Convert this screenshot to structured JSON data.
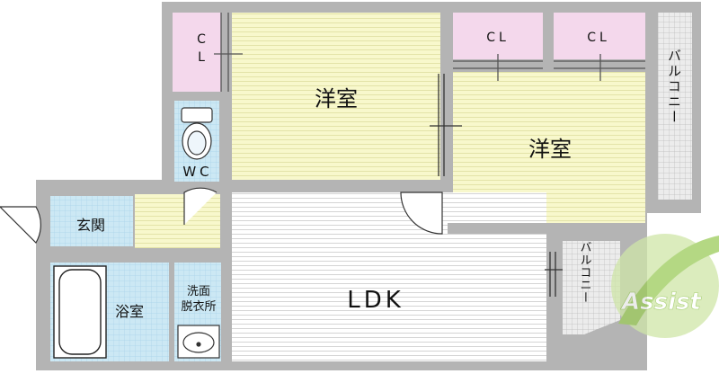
{
  "rooms": {
    "western_room_1": "洋室",
    "western_room_2": "洋室",
    "ldk": "LDK",
    "wc": "WC",
    "entrance": "玄関",
    "bathroom": "浴室",
    "washroom_line1": "洗面",
    "washroom_line2": "脱衣所",
    "closet_top_left_1": "C",
    "closet_top_left_2": "L",
    "closet_1": "CL",
    "closet_2": "CL",
    "balcony_right": "バルコニー",
    "balcony_small": "バルコニー"
  },
  "logo": {
    "text": "ASSIST"
  },
  "colors": {
    "western_room": "#f8f8cc",
    "closet": "#f4d8ec",
    "tile": "#cce8f4",
    "wall": "#b4b4b4",
    "balcony": "#e2e2e2"
  }
}
